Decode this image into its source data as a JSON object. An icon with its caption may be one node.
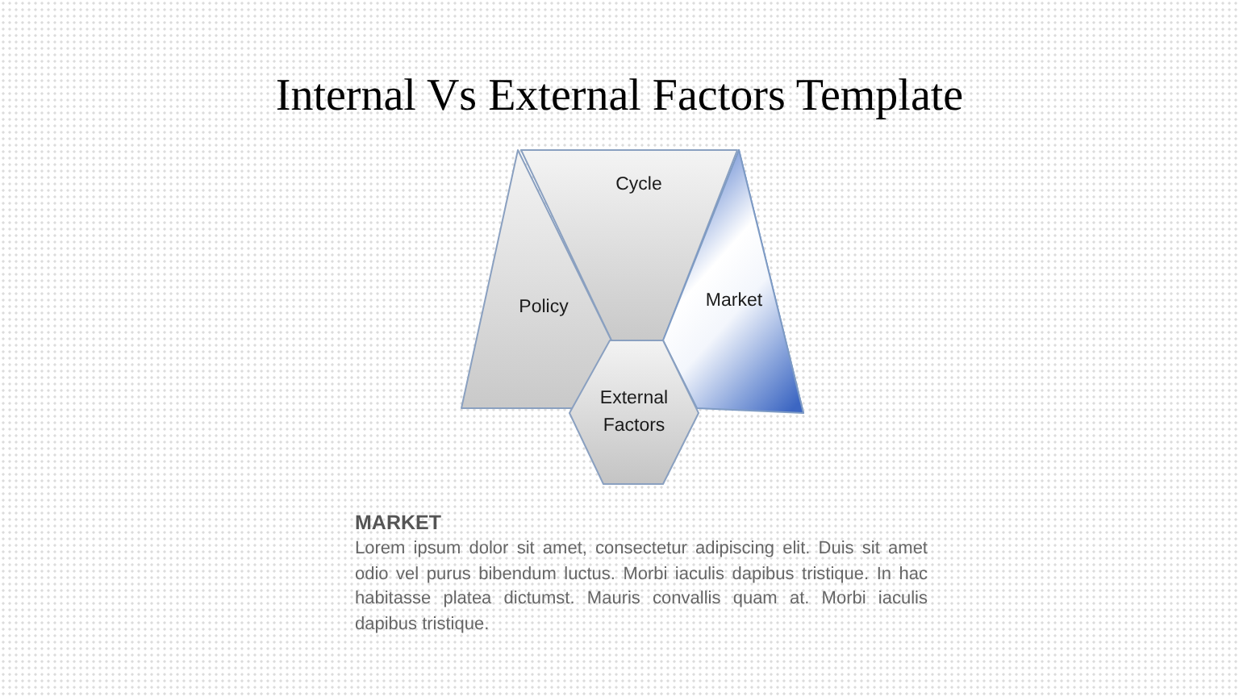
{
  "diagram": {
    "title": "Internal Vs External Factors Template",
    "nodes": [
      {
        "text": [
          "Cycle"
        ]
      },
      {
        "text": [
          "Policy"
        ]
      },
      {
        "text": [
          "Market"
        ]
      },
      {
        "text": [
          "External Factors"
        ]
      }
    ],
    "labels": [
      "MARKET",
      "Lorem ipsum dolor sit amet, consectetur adipiscing elit. Duis sit amet odio vel purus bibendum luctus. Morbi iaculis dapibus tristique. In hac habitasse platea dictumst. Mauris convallis quam at. Morbi iaculis dapibus tristique."
    ]
  }
}
